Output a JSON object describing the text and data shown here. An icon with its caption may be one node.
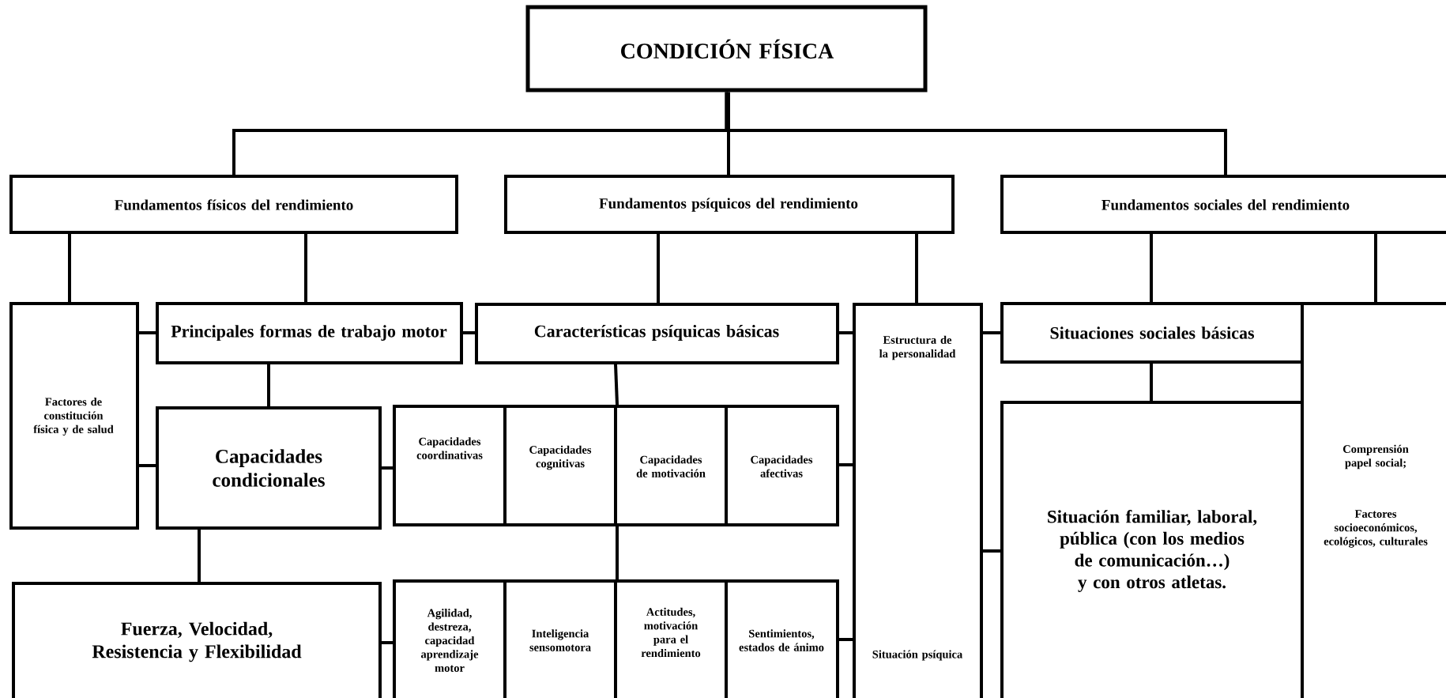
{
  "diagram": {
    "nodes": [
      {
        "text": [
          "CONDICIÓN FÍSICA"
        ]
      },
      {
        "text": [
          "Fundamentos físicos del rendimiento"
        ]
      },
      {
        "text": [
          "Fundamentos psíquicos del rendimiento"
        ]
      },
      {
        "text": [
          "Fundamentos sociales del rendimiento"
        ]
      },
      {
        "text": [
          "Factores de constitución física y de salud"
        ]
      },
      {
        "text": [
          "Principales formas de trabajo motor"
        ]
      },
      {
        "text": [
          "Capacidades condicionales"
        ]
      },
      {
        "text": [
          "Fuerza, Velocidad, Resistencia y Flexibilidad"
        ]
      },
      {
        "text": [
          "Características psíquicas básicas"
        ]
      },
      {
        "text": [
          "Capacidades coordinativas"
        ]
      },
      {
        "text": [
          "Capacidades cognitivas"
        ]
      },
      {
        "text": [
          "Capacidades de motivación"
        ]
      },
      {
        "text": [
          "Capacidades afectivas"
        ]
      },
      {
        "text": [
          "Agilidad, destreza, capacidad aprendizaje motor"
        ]
      },
      {
        "text": [
          "Inteligencia sensomotora"
        ]
      },
      {
        "text": [
          "Actitudes, motivación para el rendimiento"
        ]
      },
      {
        "text": [
          "Sentimientos, estados de ánimo"
        ]
      },
      {
        "text": [
          "Estructura de la personalidad",
          "Situación psíquica"
        ]
      },
      {
        "text": [
          "Situaciones sociales básicas"
        ]
      },
      {
        "text": [
          "Situación familiar, laboral, pública (con los medios de comunicación…) y con otros atletas."
        ]
      },
      {
        "text": [
          "Comprensión papel social;",
          "Factores socioeconómicos, ecológicos, culturales"
        ]
      }
    ],
    "edges": [
      {
        "from": 0,
        "to": 1,
        "arrow": "none"
      },
      {
        "from": 0,
        "to": 2,
        "arrow": "none"
      },
      {
        "from": 0,
        "to": 3,
        "arrow": "none"
      },
      {
        "from": 1,
        "to": 4,
        "arrow": "none"
      },
      {
        "from": 1,
        "to": 5,
        "arrow": "none"
      },
      {
        "from": 4,
        "to": 5,
        "arrow": "none"
      },
      {
        "from": 4,
        "to": 6,
        "arrow": "none"
      },
      {
        "from": 5,
        "to": 6,
        "arrow": "none"
      },
      {
        "from": 6,
        "to": 7,
        "arrow": "none"
      },
      {
        "from": 6,
        "to": 9,
        "arrow": "none"
      },
      {
        "from": 7,
        "to": 13,
        "arrow": "none"
      },
      {
        "from": 5,
        "to": 8,
        "arrow": "none"
      },
      {
        "from": 2,
        "to": 8,
        "arrow": "none"
      },
      {
        "from": 2,
        "to": 17,
        "arrow": "none"
      },
      {
        "from": 8,
        "to": 10,
        "arrow": "none"
      },
      {
        "from": 10,
        "to": 14,
        "arrow": "none"
      },
      {
        "from": 8,
        "to": 17,
        "arrow": "none"
      },
      {
        "from": 12,
        "to": 17,
        "arrow": "none"
      },
      {
        "from": 16,
        "to": 17,
        "arrow": "none"
      },
      {
        "from": 17,
        "to": 18,
        "arrow": "none"
      },
      {
        "from": 17,
        "to": 19,
        "arrow": "none"
      },
      {
        "from": 3,
        "to": 18,
        "arrow": "none"
      },
      {
        "from": 3,
        "to": 20,
        "arrow": "none"
      },
      {
        "from": 18,
        "to": 19,
        "arrow": "none"
      }
    ]
  }
}
